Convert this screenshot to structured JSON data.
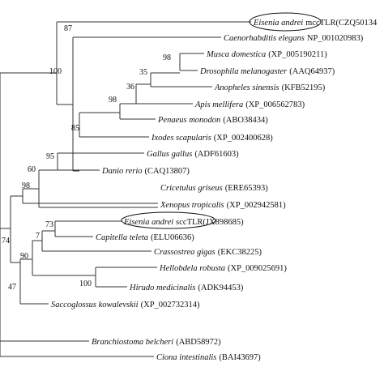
{
  "taxa": [
    {
      "species": "Eisenia andrei",
      "suffix": "mccTLR",
      "accession": "(CZQ50134",
      "circled": true
    },
    {
      "species": "Caenorhabditis elegans",
      "accession": "NP_001020983)"
    },
    {
      "species": "Musca domestica",
      "accession": "(XP_005190211)"
    },
    {
      "species": "Drosophila melanogaster",
      "accession": "(AAQ64937)"
    },
    {
      "species": "Anopheles sinensis",
      "accession": "(KFB52195)"
    },
    {
      "species": "Apis mellifera",
      "accession": "(XP_006562783)"
    },
    {
      "species": "Penaeus monodon",
      "accession": "(ABO38434)"
    },
    {
      "species": "Ixodes scapularis",
      "accession": "(XP_002400628)"
    },
    {
      "species": "Gallus gallus",
      "accession": "(ADF61603)"
    },
    {
      "species": "Danio rerio",
      "accession": "(CAQ13807)"
    },
    {
      "species": "Cricetulus griseus",
      "accession": "(ERE65393)"
    },
    {
      "species": "Xenopus tropicalis",
      "accession": "(XP_002942581)"
    },
    {
      "species": "Eisenia andrei",
      "suffix": "sccTLR",
      "accession": "(JX898685)",
      "circled": true
    },
    {
      "species": "Capitella teleta",
      "accession": "(ELU06636)"
    },
    {
      "species": "Crassostrea gigas",
      "accession": "(EKC38225)"
    },
    {
      "species": "Hellobdela robusta",
      "accession": "(XP_009025691)"
    },
    {
      "species": "Hirudo medicinalis",
      "accession": "(ADK94453)"
    },
    {
      "species": "Saccoglossus kowalevskii",
      "accession": "(XP_002732314)"
    },
    {
      "species": "Branchiostoma belcheri",
      "accession": "(ABD58972)"
    },
    {
      "species": "Ciona intestinalis",
      "accession": "(BAI43697)"
    }
  ],
  "bootstrap": [
    "87",
    "98",
    "35",
    "36",
    "98",
    "100",
    "85",
    "95",
    "60",
    "98",
    "73",
    "7",
    "90",
    "100",
    "47",
    "74"
  ]
}
